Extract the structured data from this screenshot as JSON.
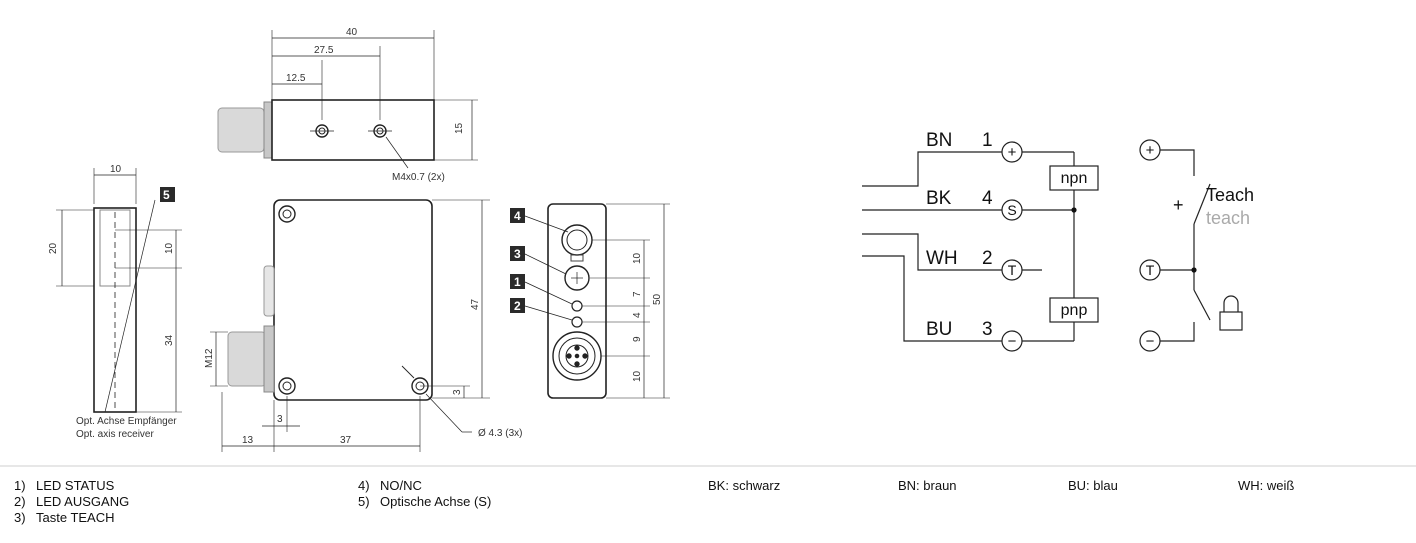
{
  "dimensions": {
    "top_width_40": "40",
    "top_27_5": "27.5",
    "top_12_5": "12.5",
    "top_height_15": "15",
    "thread_m4": "M4x0.7 (2x)",
    "side_width_10": "10",
    "side_20": "20",
    "side_10": "10",
    "side_34": "34",
    "front_47": "47",
    "front_m12": "M12",
    "front_3_corner": "3",
    "front_3_bottom": "3",
    "front_13": "13",
    "front_37": "37",
    "hole_dia": "Ø 4.3 (3x)",
    "back_10_top": "10",
    "back_7": "7",
    "back_4": "4",
    "back_9": "9",
    "back_10_bottom": "10",
    "back_50": "50"
  },
  "callouts": {
    "c5": "5",
    "c4": "4",
    "c3": "3",
    "c1": "1",
    "c2": "2"
  },
  "axis_note": {
    "line1": "Opt. Achse Empfänger",
    "line2": "Opt. axis receiver"
  },
  "wiring": {
    "bn": "BN",
    "bn_pin": "1",
    "bk": "BK",
    "bk_pin": "4",
    "wh": "WH",
    "wh_pin": "2",
    "bu": "BU",
    "bu_pin": "3",
    "plus_symbol": "+",
    "s_symbol": "S",
    "t_symbol": "T",
    "minus_symbol": "−",
    "npn": "npn",
    "pnp": "pnp",
    "teach_plus": "+",
    "teach_upper": "Teach",
    "teach_lower": "teach",
    "teach_lower_color": "#aaaaaa"
  },
  "legend": {
    "l1_num": "1)",
    "l1_text": "LED STATUS",
    "l2_num": "2)",
    "l2_text": "LED AUSGANG",
    "l3_num": "3)",
    "l3_text": "Taste TEACH",
    "l4_num": "4)",
    "l4_text": "NO/NC",
    "l5_num": "5)",
    "l5_text": "Optische Achse (S)",
    "colors": [
      "BK: schwarz",
      "BN: braun",
      "BU: blau",
      "WH: weiß"
    ]
  }
}
